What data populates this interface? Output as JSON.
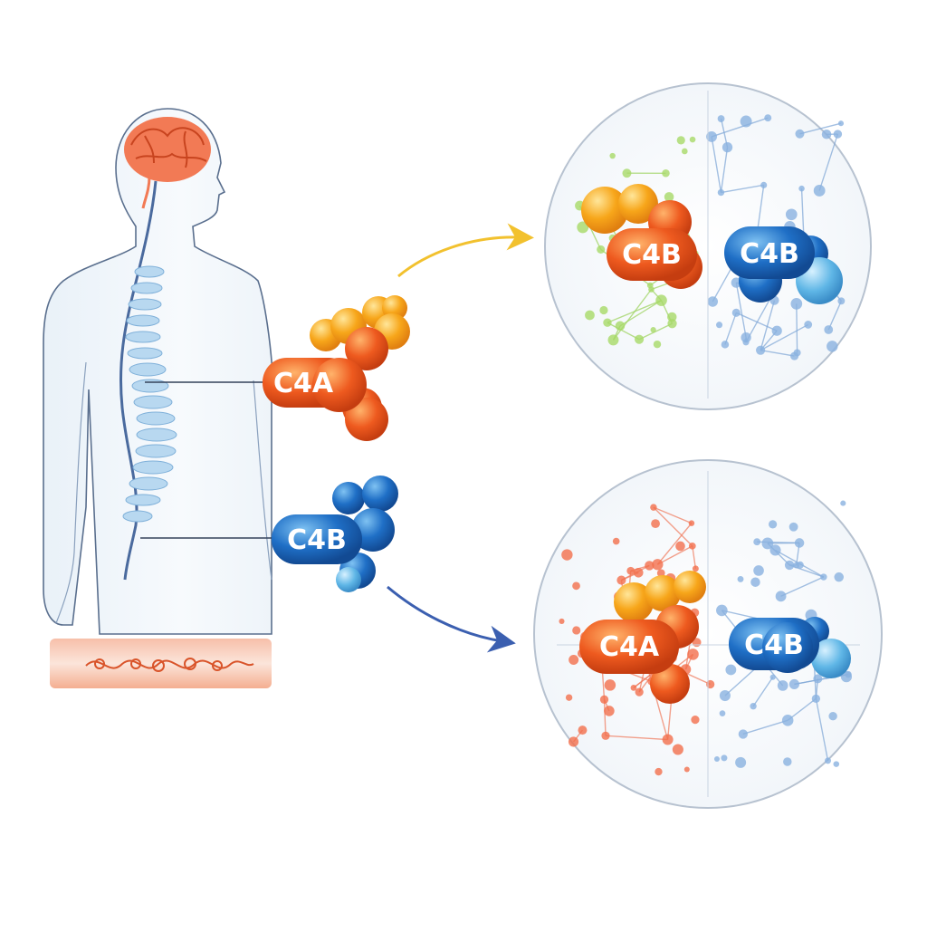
{
  "labels": {
    "body_c4a": "C4A",
    "body_c4b": "C4B",
    "upper_circle_left": "C4B",
    "upper_circle_right": "C4B",
    "lower_circle_left": "C4A",
    "lower_circle_right": "C4B"
  },
  "colors": {
    "orange": "#ee5a1f",
    "orange_light": "#f7a11a",
    "yellow": "#f8c23a",
    "blue": "#1f6fc6",
    "blue_light": "#5fb6e6",
    "green": "#8fd14f",
    "outline": "#5a6f8e",
    "arrow_yellow": "#f2c12e",
    "arrow_blue": "#3b5fb0"
  }
}
